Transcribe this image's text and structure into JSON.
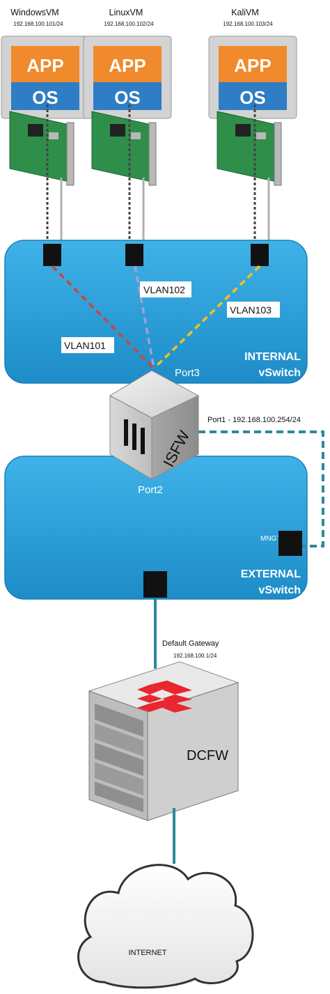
{
  "vms": [
    {
      "name": "WindowsVM",
      "ip": "192.168.100.101/24",
      "app": "APP",
      "os": "OS"
    },
    {
      "name": "LinuxVM",
      "ip": "192.168.100.102/24",
      "app": "APP",
      "os": "OS"
    },
    {
      "name": "KaliVM",
      "ip": "192.168.100.103/24",
      "app": "APP",
      "os": "OS"
    }
  ],
  "vlans": [
    "VLAN101",
    "VLAN102",
    "VLAN103"
  ],
  "internal_switch": {
    "line1": "INTERNAL",
    "line2": "vSwitch",
    "port": "Port3"
  },
  "external_switch": {
    "line1": "EXTERNAL",
    "line2": "vSwitch",
    "port": "Port2",
    "mngt": "MNGT"
  },
  "isfw": {
    "label": "ISFW",
    "port1": "Port1 - 192.168.100.254/24"
  },
  "gateway": {
    "label": "Default Gateway",
    "ip": "192.168.100.1/24"
  },
  "dcfw": {
    "label": "DCFW"
  },
  "internet": {
    "label": "INTERNET"
  },
  "colors": {
    "vswitch_blue": "#2a9fd8",
    "app_orange": "#f08a2c",
    "os_blue": "#2f7dc4",
    "vlan101": "#c9473a",
    "vlan102": "#a89cd8",
    "vlan103": "#f2c21c",
    "teal_link": "#2b8a9a",
    "fortinet_red": "#e8262d"
  }
}
